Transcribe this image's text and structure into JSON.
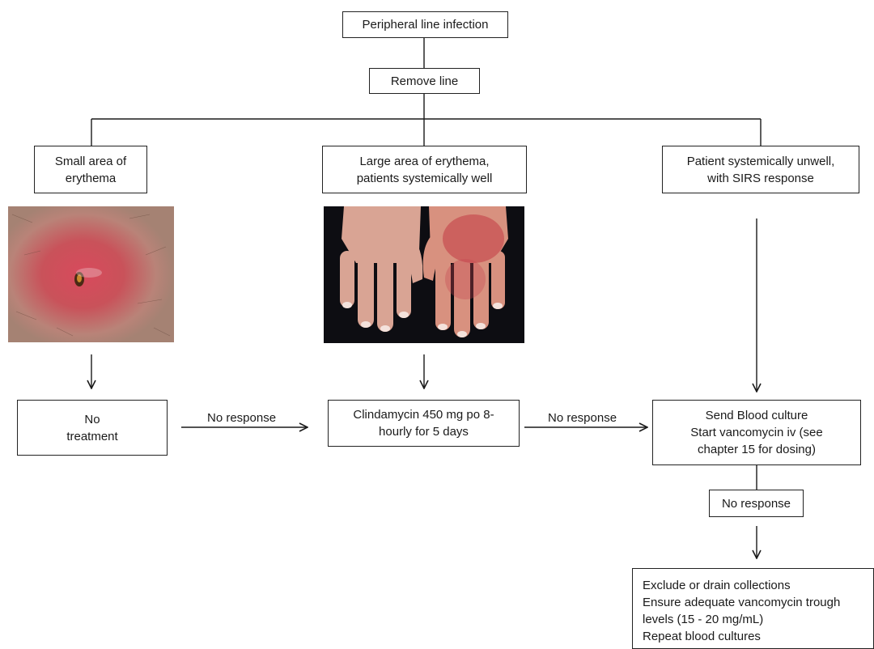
{
  "nodes": {
    "peripheral_line_infection": {
      "lines": [
        "Peripheral line infection"
      ]
    },
    "remove_line": {
      "lines": [
        "Remove line"
      ]
    },
    "small_area": {
      "lines": [
        "Small area of",
        "erythema"
      ]
    },
    "large_area": {
      "lines": [
        "Large area of erythema,",
        "patients systemically well"
      ]
    },
    "systemically_unwell": {
      "lines": [
        "Patient systemically unwell,",
        "with SIRS response"
      ]
    },
    "no_treatment": {
      "lines": [
        "No",
        "treatment"
      ]
    },
    "clindamycin": {
      "lines": [
        "Clindamycin 450 mg po 8-",
        "hourly for 5 days"
      ]
    },
    "blood_culture": {
      "lines": [
        "Send Blood culture",
        "Start vancomycin iv (see",
        "chapter 15 for dosing)"
      ]
    },
    "no_response_box": {
      "lines": [
        "No response"
      ]
    },
    "exclude_drain": {
      "lines": [
        "Exclude or drain collections",
        "Ensure adequate vancomycin trough",
        "levels (15 - 20 mg/mL)",
        "Repeat blood cultures"
      ]
    }
  },
  "edge_labels": {
    "no_response_1": "No response",
    "no_response_2": "No response"
  },
  "photos": {
    "small_erythema": {
      "icon": "skin-lesion-photo"
    },
    "hands_cellulitis": {
      "icon": "hands-cellulitis-photo"
    }
  },
  "colors": {
    "line": "#1a1a1a",
    "box_border": "#222222",
    "skin_red": "#c9525a",
    "photo_bg": "#0d0d12"
  }
}
